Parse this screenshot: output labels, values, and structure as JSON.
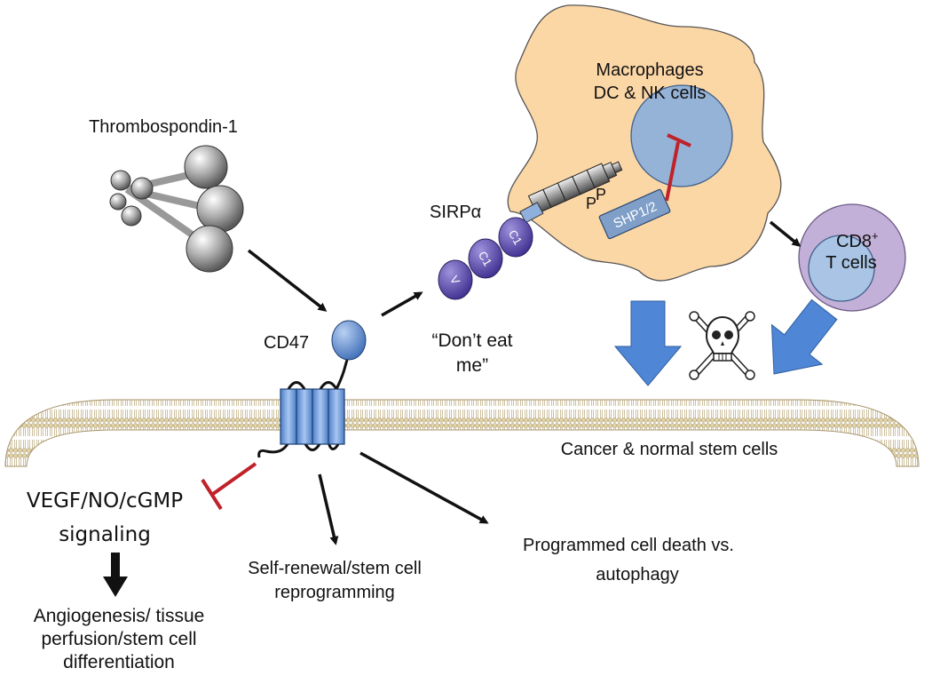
{
  "labels": {
    "thrombospondin": "Thrombospondin-1",
    "sirpa": "SIRPα",
    "cd47": "CD47",
    "dont_eat_1": "“Don’t eat",
    "dont_eat_2": "me”",
    "macrophage_1": "Macrophages",
    "macrophage_2": "DC & NK cells",
    "shp": "SHP1/2",
    "p1": "P",
    "p2": "P",
    "cd8": "CD8",
    "cd8_sup": "+",
    "tcells": "T cells",
    "membrane": "Cancer & normal stem cells",
    "vegf_1": "VEGF/NO/cGMP",
    "vegf_2": "signaling",
    "angio_1": "Angiogenesis/ tissue",
    "angio_2": "perfusion/stem cell",
    "angio_3": "differentiation",
    "self_1": "Self-renewal/stem cell",
    "self_2": "reprogramming",
    "pcd_1": "Programmed cell death vs.",
    "pcd_2": "autophagy",
    "domain_v": "V",
    "domain_c1a": "C1",
    "domain_c1b": "C1"
  },
  "colors": {
    "macrophage_fill": "#FCD7A6",
    "nucleus_fill": "#95B3D7",
    "tcell_outer": "#C3B0D8",
    "tcell_inner": "#A9C4E4",
    "cd47_fill": "#6E97D6",
    "sirpa_domain": "#6B5AB5",
    "blue_arrow": "#4F86D6",
    "inhibit_red": "#C0222A",
    "membrane_tan": "#D8C7A0"
  }
}
